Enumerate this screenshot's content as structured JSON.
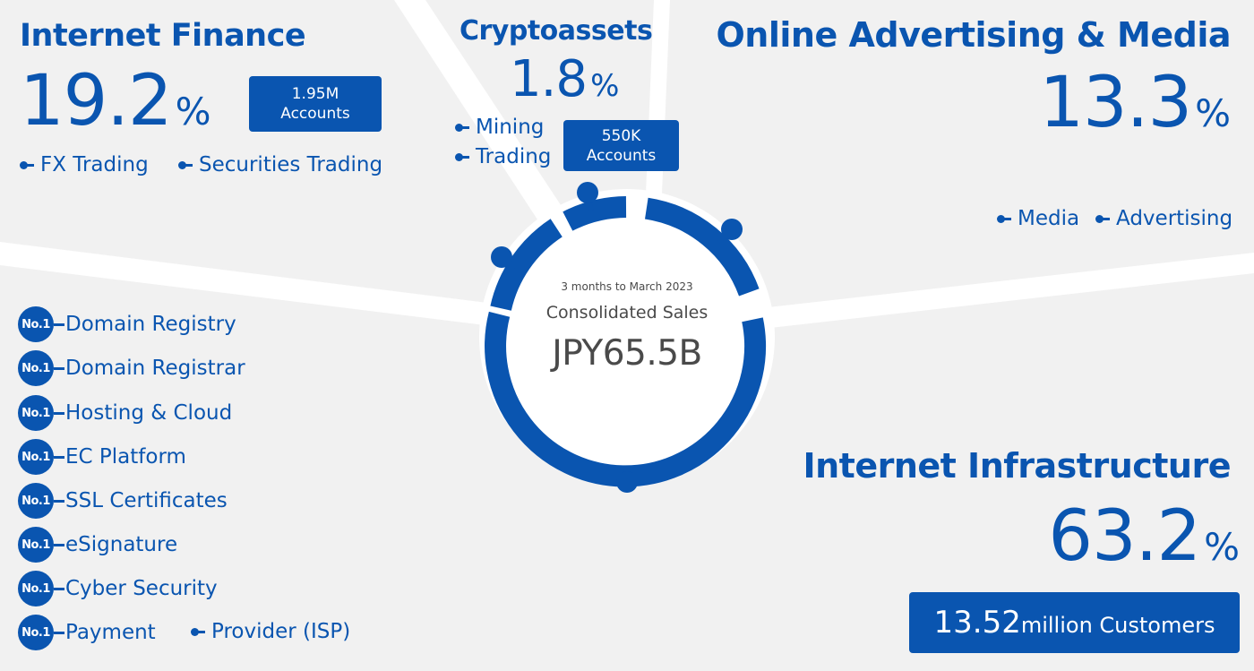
{
  "center": {
    "period": "3 months to March 2023",
    "label": "Consolidated Sales",
    "value": "JPY65.5B"
  },
  "segments": {
    "internet_finance": {
      "title": "Internet Finance",
      "percent": "19.2",
      "percent_sign": "%",
      "badge_line1": "1.95M",
      "badge_line2": "Accounts",
      "bullets": [
        "FX Trading",
        "Securities Trading"
      ]
    },
    "cryptoassets": {
      "title": "Cryptoassets",
      "percent": "1.8",
      "percent_sign": "%",
      "badge_line1": "550K",
      "badge_line2": "Accounts",
      "bullets": [
        "Mining",
        "Trading"
      ]
    },
    "online_advertising_media": {
      "title": "Online Advertising & Media",
      "percent": "13.3",
      "percent_sign": "%",
      "bullets": [
        "Media",
        "Advertising"
      ]
    },
    "internet_infrastructure": {
      "title": "Internet Infrastructure",
      "percent": "63.2",
      "percent_sign": "%",
      "customers_value": "13.52",
      "customers_unit": "million Customers",
      "rank_badge": "No.1",
      "rankings": [
        "Domain Registry",
        "Domain Registrar",
        "Hosting & Cloud",
        "EC Platform",
        "SSL Certificates",
        "eSignature",
        "Cyber Security",
        "Payment"
      ],
      "extra_bullet": "Provider (ISP)"
    }
  },
  "colors": {
    "brand_blue": "#0a55b0",
    "background": "#f1f1f1",
    "divider": "#ffffff",
    "center_text": "#4a4a4a"
  }
}
